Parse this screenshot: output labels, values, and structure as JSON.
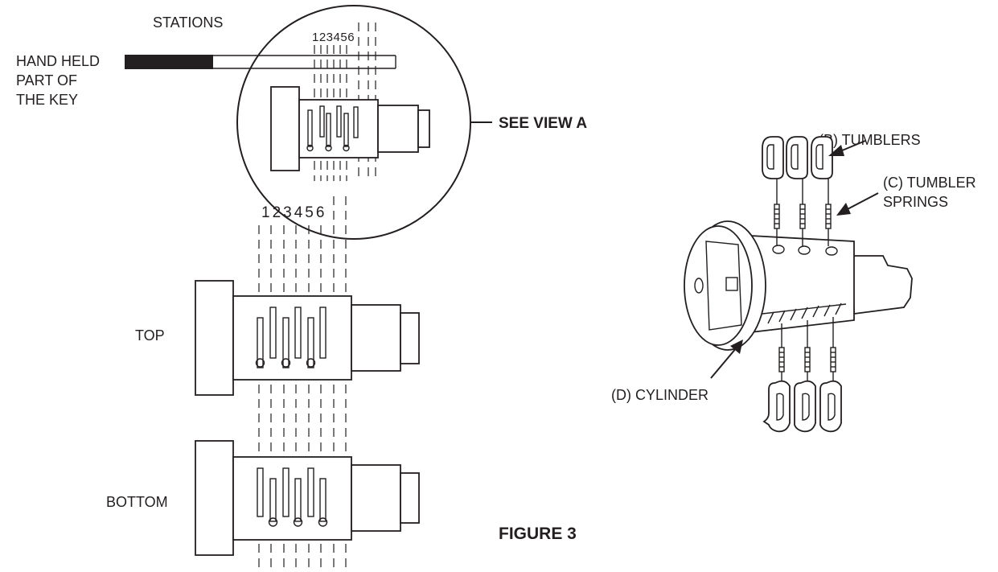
{
  "figure": {
    "title": "FIGURE 3",
    "labels": {
      "stations": "STATIONS",
      "hand_held_line1": "HAND HELD",
      "hand_held_line2": "PART OF",
      "hand_held_line3": "THE KEY",
      "see_view_a": "SEE VIEW A",
      "top": "TOP",
      "bottom": "BOTTOM",
      "station_numbers_circle": "123456",
      "station_numbers_main": "123456",
      "tumblers": "(B) TUMBLERS",
      "tumbler_springs_line1": "(C) TUMBLER",
      "tumbler_springs_line2": "SPRINGS",
      "cylinder": "(D) CYLINDER"
    }
  }
}
